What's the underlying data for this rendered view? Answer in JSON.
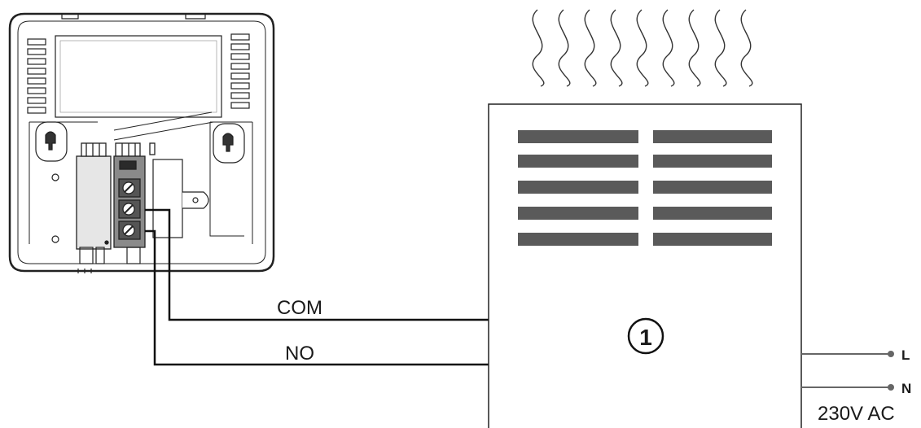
{
  "wiring": {
    "com_label": "COM",
    "no_label": "NO"
  },
  "heater": {
    "number": "1"
  },
  "power": {
    "l_label": "L",
    "n_label": "N",
    "voltage": "230V AC"
  }
}
